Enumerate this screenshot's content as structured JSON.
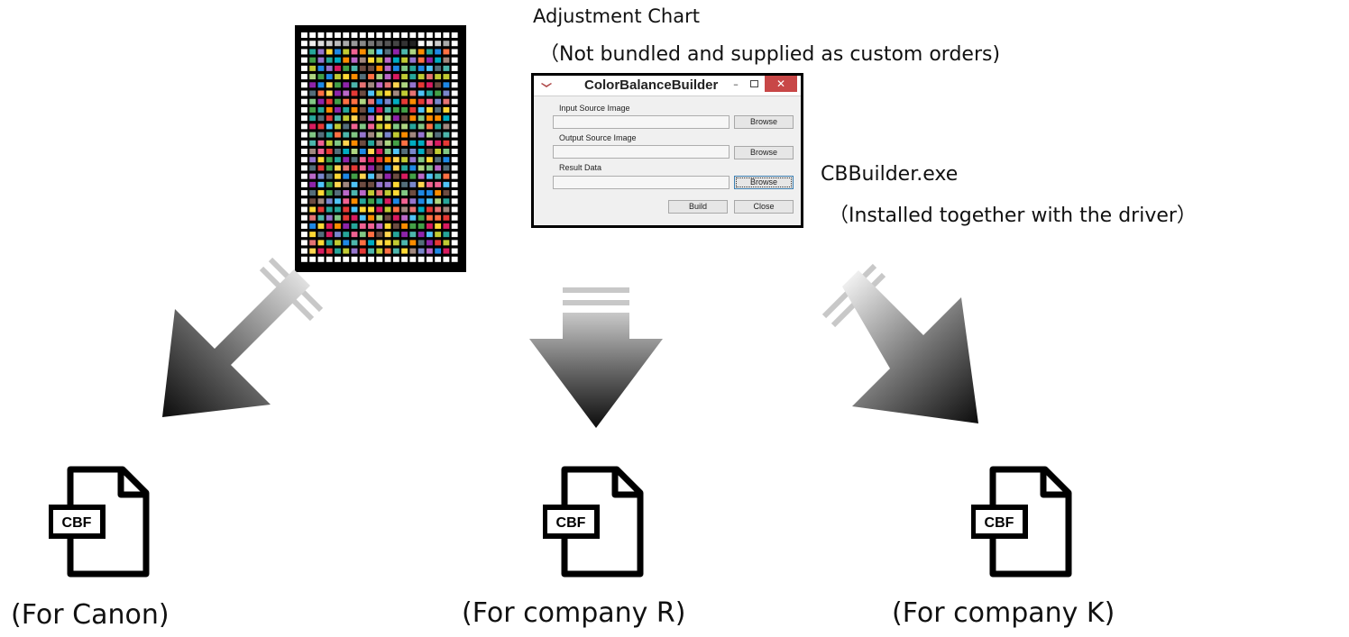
{
  "adjustment_chart": {
    "title": "Adjustment Chart",
    "note": "（Not bundled and supplied as custom orders)"
  },
  "dialog": {
    "title": "ColorBalanceBuilder",
    "minimize_glyph": "–",
    "close_glyph": "✕",
    "fields": [
      {
        "label": "Input Source Image",
        "button": "Browse",
        "value": ""
      },
      {
        "label": "Output Source Image",
        "button": "Browse",
        "value": ""
      },
      {
        "label": "Result Data",
        "button": "Browse",
        "value": ""
      }
    ],
    "build_button": "Build",
    "close_button": "Close"
  },
  "executable": {
    "name": "CBBuilder.exe",
    "note": "（Installed together with the driver）"
  },
  "outputs": [
    {
      "icon_label": "CBF",
      "caption": "(For Canon)"
    },
    {
      "icon_label": "CBF",
      "caption": "(For company R)"
    },
    {
      "icon_label": "CBF",
      "caption": "(For company K)"
    }
  ],
  "colors": {
    "arrow_dark": "#111111",
    "arrow_light": "#f4f4f4",
    "close_button": "#c84747"
  },
  "icons": [
    "color-chart",
    "app-icon",
    "arrow-down-left-icon",
    "arrow-down-icon",
    "arrow-down-right-icon",
    "file-icon"
  ]
}
